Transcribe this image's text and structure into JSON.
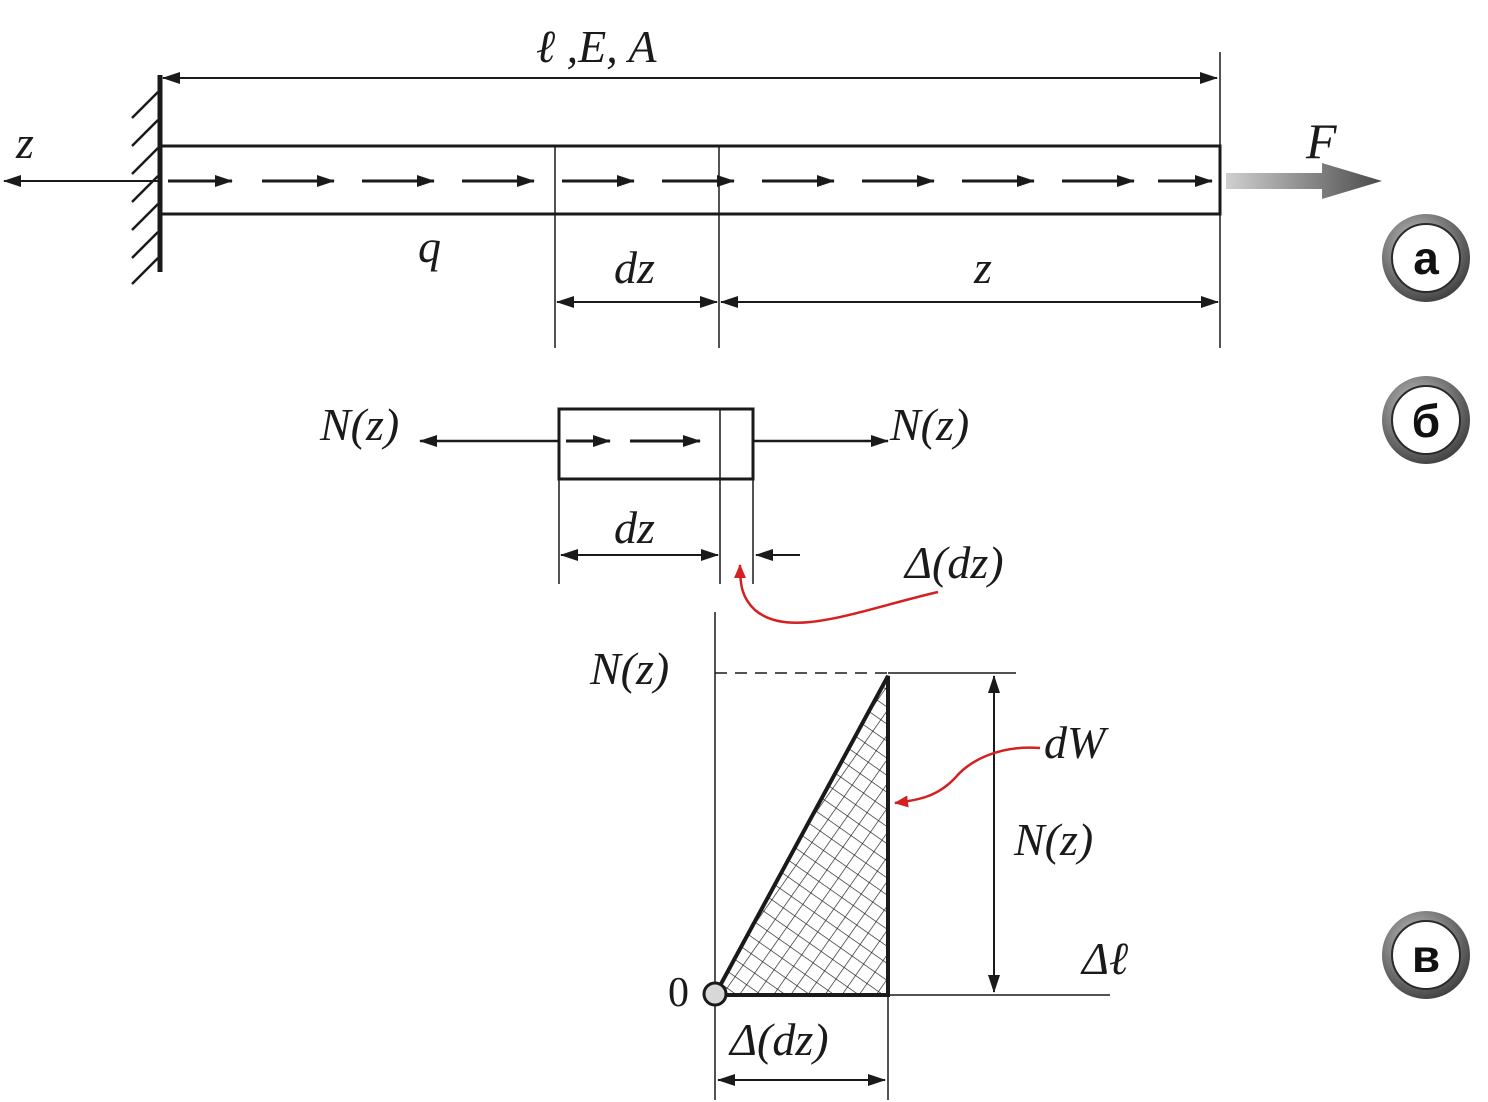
{
  "panel_a": {
    "top_label": "ℓ ,E, A",
    "axis_label": "z",
    "force_label": "F",
    "load_label": "q",
    "dz_label": "dz",
    "z_label": "z",
    "badge": "а"
  },
  "panel_b": {
    "left_force": "N(z)",
    "right_force": "N(z)",
    "dz_label": "dz",
    "delta_label": "Δ(dz)",
    "badge": "б"
  },
  "panel_v": {
    "top_left_label": "N(z)",
    "area_label": "dW",
    "height_label": "N(z)",
    "delta_l_label": "Δℓ",
    "origin_label": "0",
    "base_label": "Δ(dz)",
    "badge": "в"
  },
  "colors": {
    "ink": "#1a1a1a",
    "leader_red": "#d42020",
    "force_arrow_gray": "#6e6e6e",
    "badge_ring": "#5a5a5a"
  }
}
